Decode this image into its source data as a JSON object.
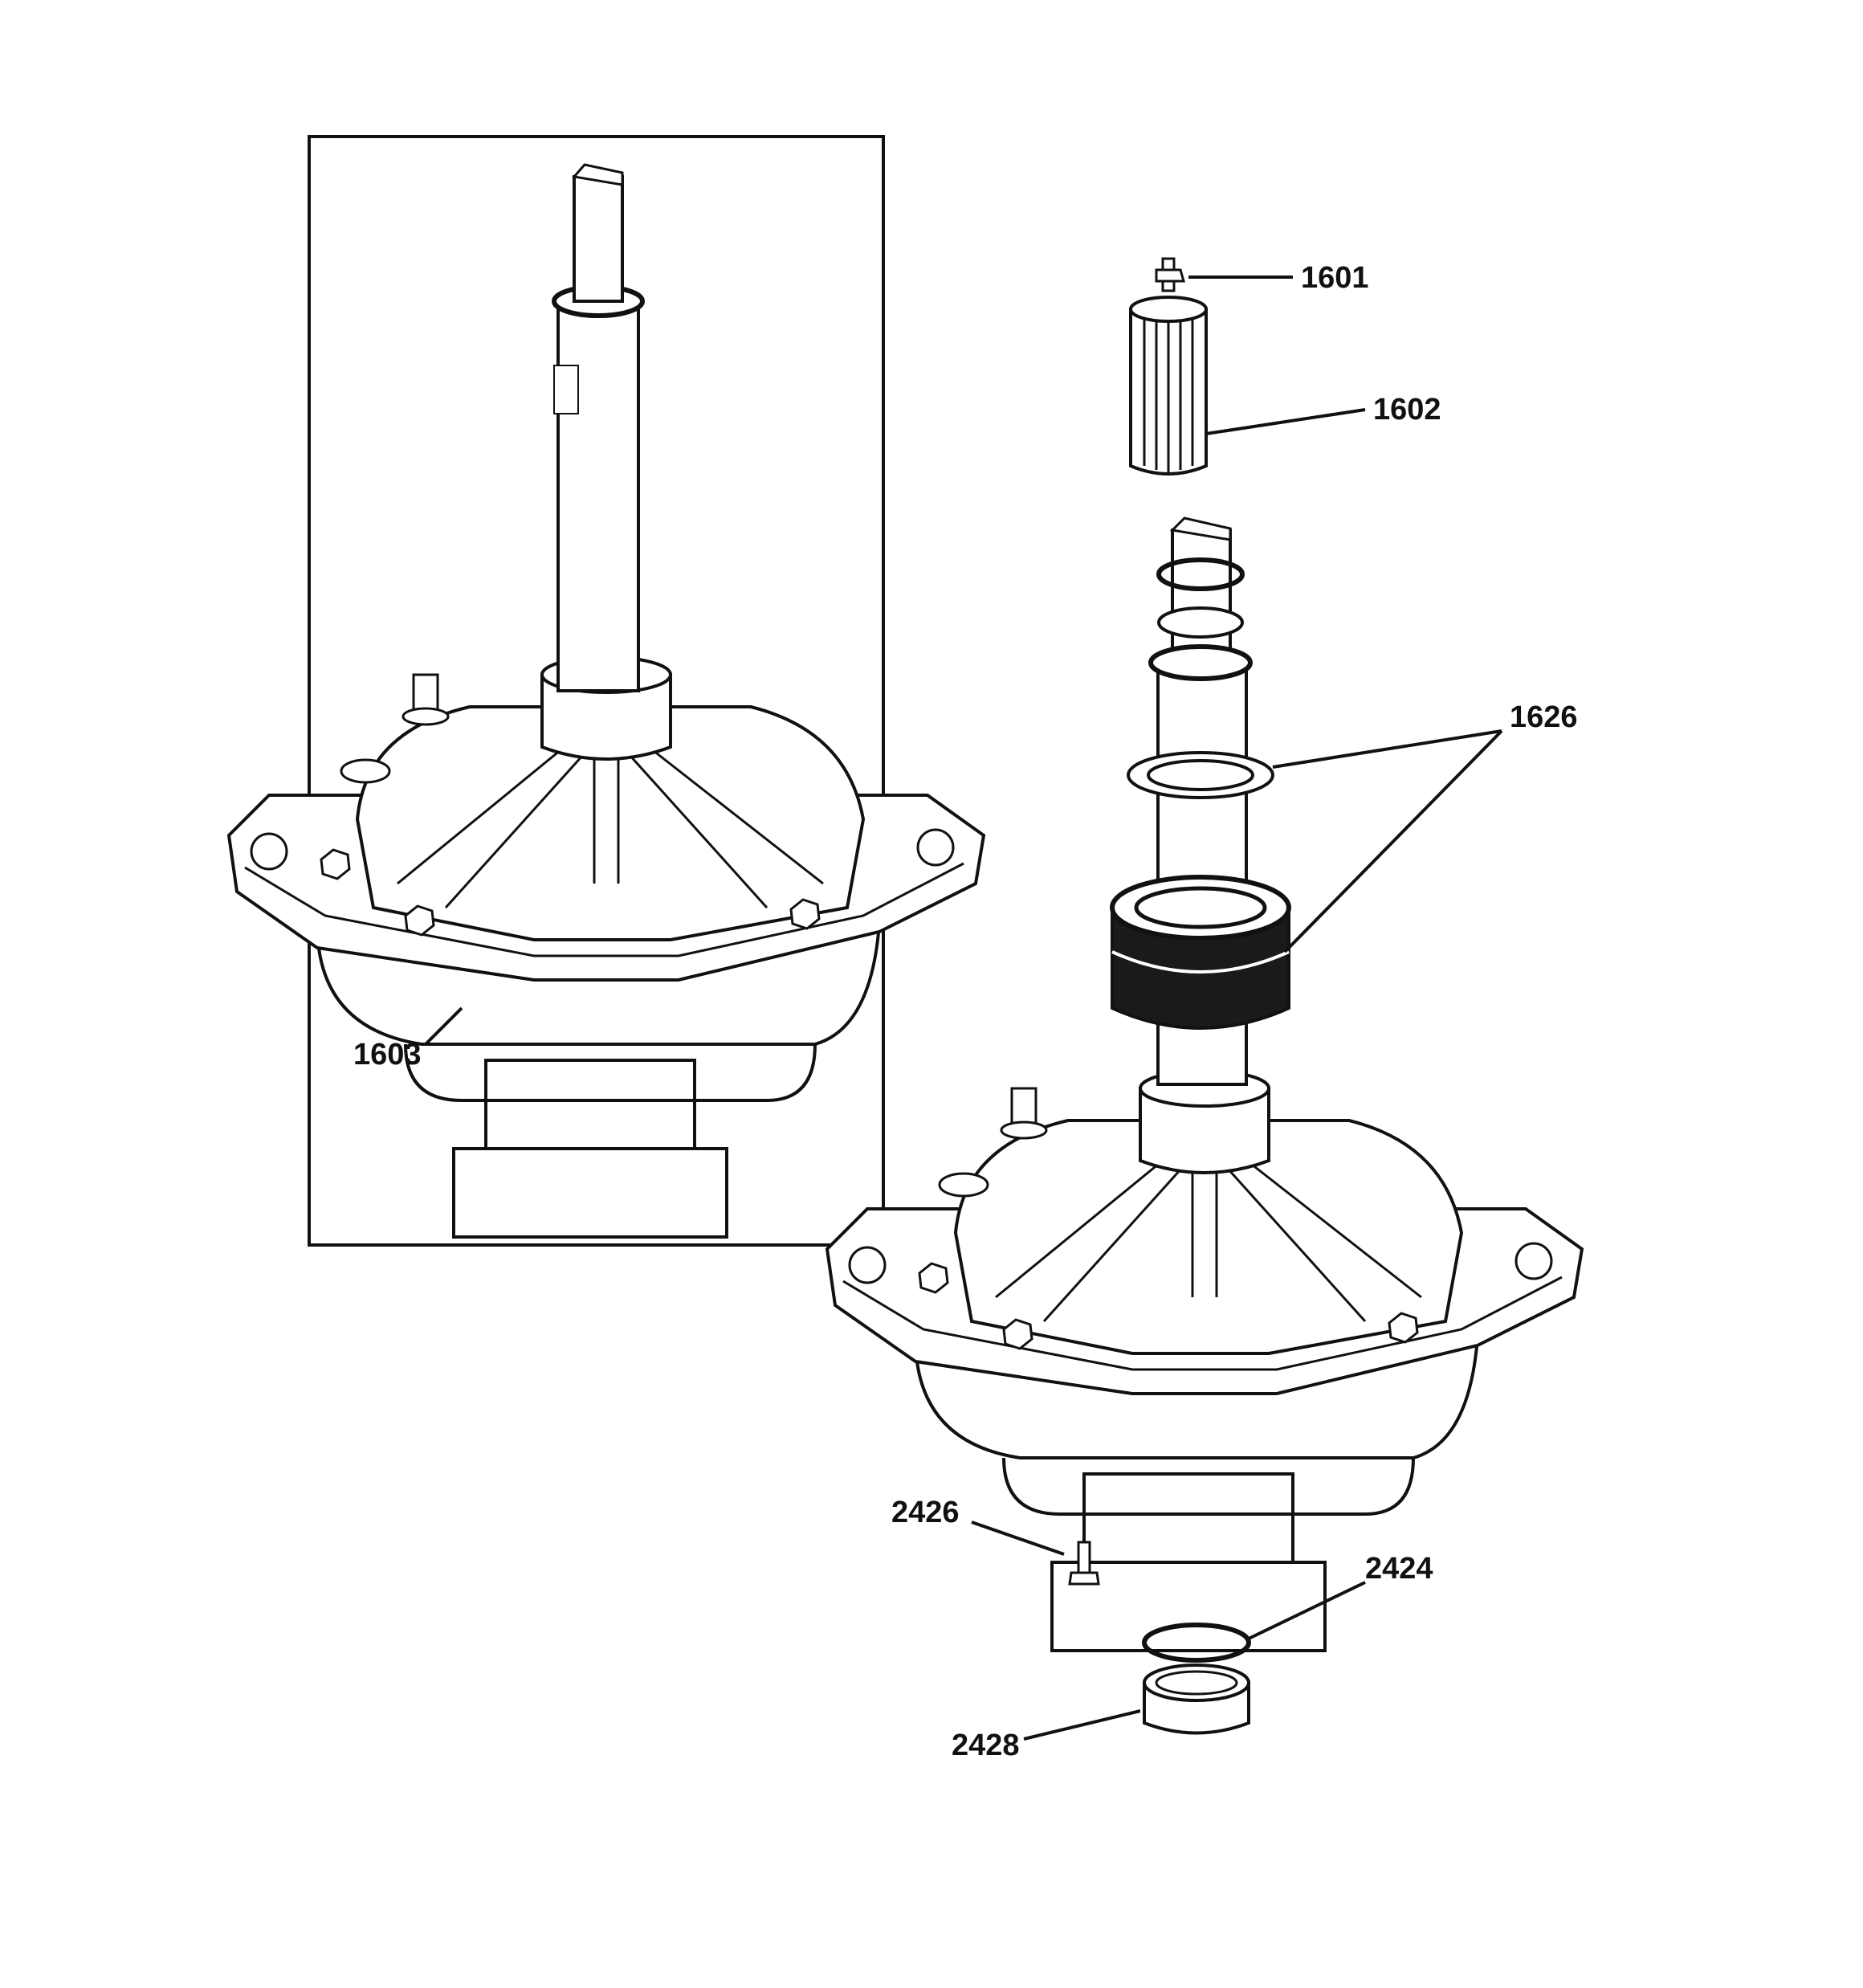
{
  "diagram": {
    "callouts": {
      "p1601": "1601",
      "p1602": "1602",
      "p1603": "1603",
      "p1626": "1626",
      "p2424": "2424",
      "p2426": "2426",
      "p2428": "2428"
    },
    "colors": {
      "line": "#111111",
      "fill": "#ffffff",
      "seal": "#1a1a1a"
    }
  }
}
